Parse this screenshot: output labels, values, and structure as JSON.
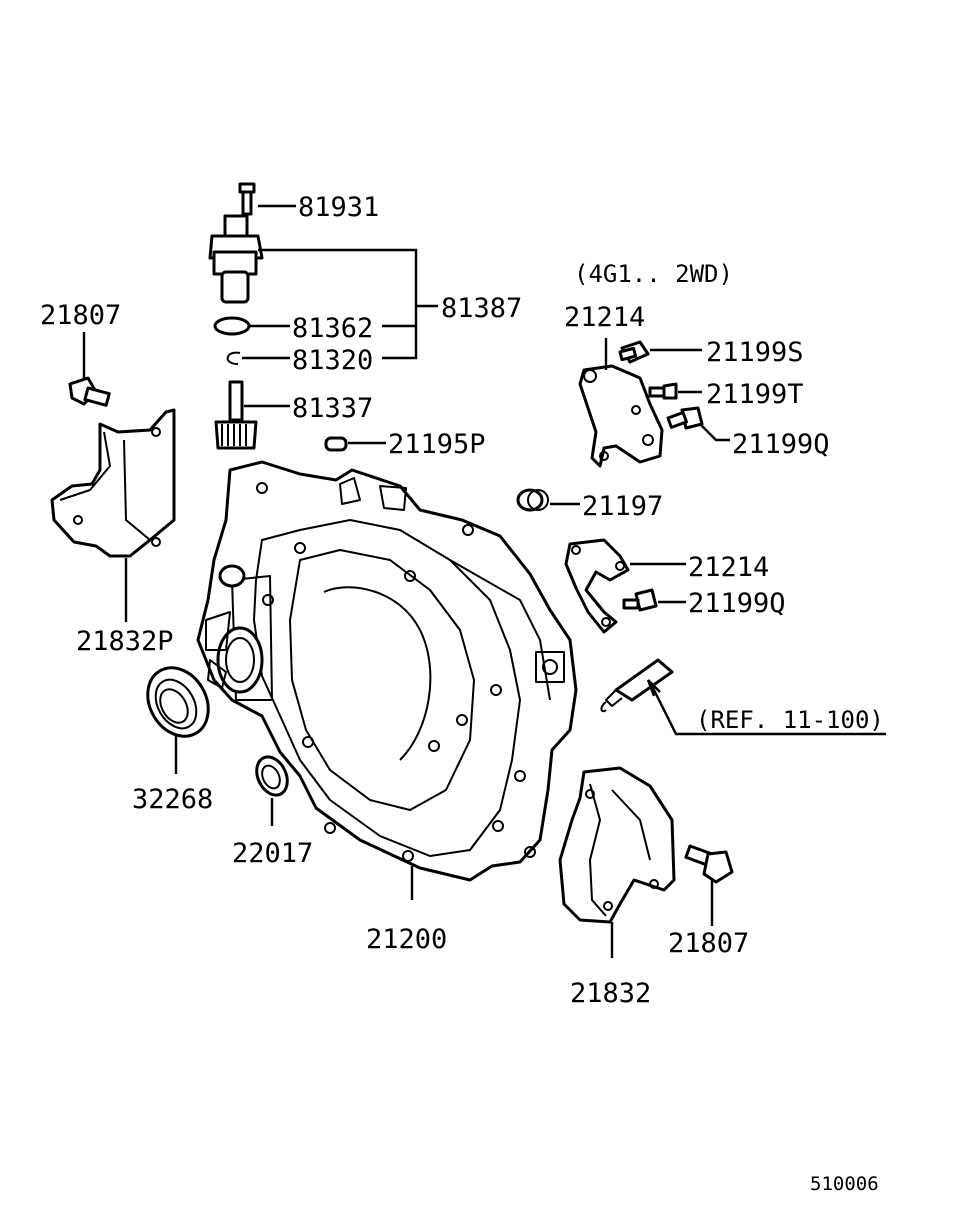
{
  "diagram": {
    "drawing_number": "510006",
    "variant_note": "(4G1.. 2WD)",
    "reference_note": "(REF. 11-100)",
    "parts": [
      {
        "id": "p81931",
        "number": "81931"
      },
      {
        "id": "p81387",
        "number": "81387"
      },
      {
        "id": "p81362",
        "number": "81362"
      },
      {
        "id": "p81320",
        "number": "81320"
      },
      {
        "id": "p81337",
        "number": "81337"
      },
      {
        "id": "p21195P",
        "number": "21195P"
      },
      {
        "id": "p21807a",
        "number": "21807"
      },
      {
        "id": "p21832P",
        "number": "21832P"
      },
      {
        "id": "p32268",
        "number": "32268"
      },
      {
        "id": "p22017",
        "number": "22017"
      },
      {
        "id": "p21200",
        "number": "21200"
      },
      {
        "id": "p21214a",
        "number": "21214"
      },
      {
        "id": "p21199S",
        "number": "21199S"
      },
      {
        "id": "p21199T",
        "number": "21199T"
      },
      {
        "id": "p21199Qa",
        "number": "21199Q"
      },
      {
        "id": "p21197",
        "number": "21197"
      },
      {
        "id": "p21214b",
        "number": "21214"
      },
      {
        "id": "p21199Qb",
        "number": "21199Q"
      },
      {
        "id": "p21807b",
        "number": "21807"
      },
      {
        "id": "p21832",
        "number": "21832"
      }
    ]
  }
}
